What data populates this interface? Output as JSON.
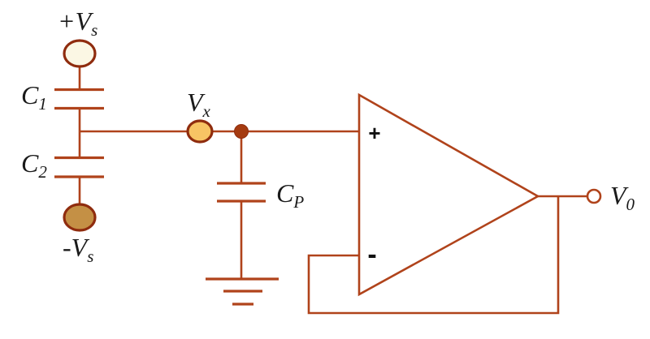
{
  "labels": {
    "supply_pos": {
      "main": "+V",
      "sub": "s"
    },
    "supply_neg": {
      "main": "-V",
      "sub": "s"
    },
    "cap1": {
      "main": "C",
      "sub": "1"
    },
    "cap2": {
      "main": "C",
      "sub": "2"
    },
    "node_vx": {
      "main": "V",
      "sub": "x"
    },
    "cap_p": {
      "main": "C",
      "sub": "P"
    },
    "output": {
      "main": "V",
      "sub": "0"
    },
    "opamp": {
      "noninverting": "+",
      "inverting": "-"
    }
  },
  "colors": {
    "wire": "#b0431b",
    "terminal_stroke": "#8f2c0e",
    "supply_pos_fill": "#fbf7e4",
    "supply_neg_fill": "#c49045",
    "node_vx_fill": "#f7c464",
    "junction_fill": "#a53b10",
    "label_text": "#1a1a1a",
    "background": "#ffffff"
  }
}
